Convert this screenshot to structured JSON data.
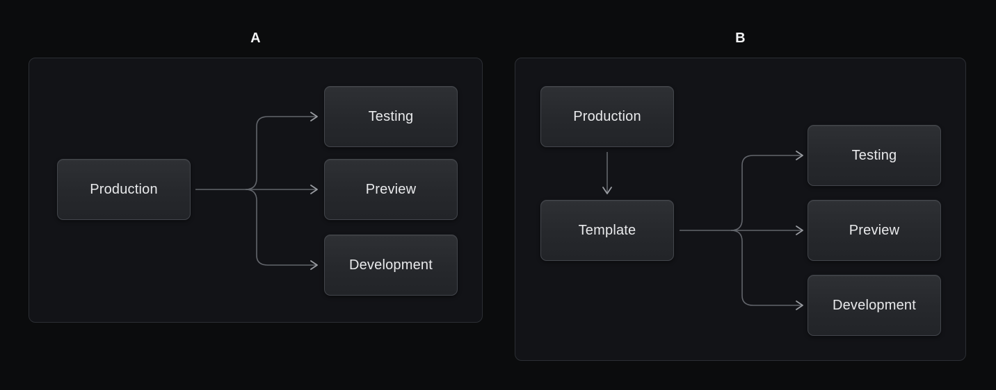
{
  "colors": {
    "page_background": "#0b0c0d",
    "panel_background": "#121317",
    "panel_border": "#2c2f34",
    "node_fill_top": "#2e3034",
    "node_fill_bottom": "#222428",
    "node_border": "#43464c",
    "node_text": "#e9eaec",
    "connector_line": "#63666c",
    "arrowhead": "#9a9da2",
    "title_text": "#f3f4f5"
  },
  "diagram_a": {
    "title": "A",
    "source": "Production",
    "targets": [
      "Testing",
      "Preview",
      "Development"
    ]
  },
  "diagram_b": {
    "title": "B",
    "source": "Production",
    "intermediate": "Template",
    "targets": [
      "Testing",
      "Preview",
      "Development"
    ]
  }
}
